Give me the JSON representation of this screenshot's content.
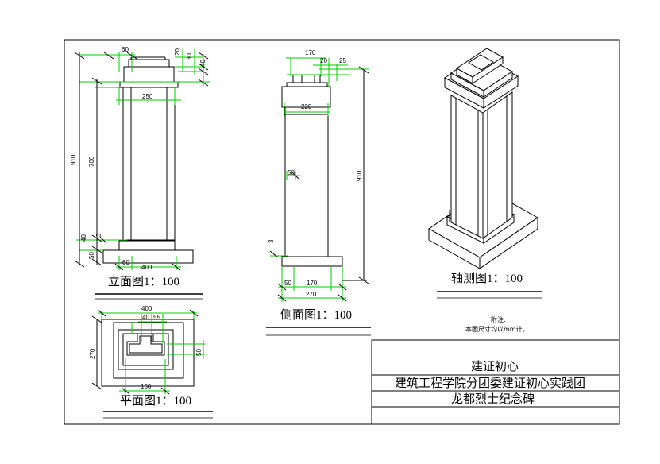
{
  "views": {
    "elevation": {
      "title": "立面图1：100",
      "dims": {
        "d60_top": "60",
        "d20": "20",
        "d30": "30",
        "d40_top": "40",
        "d250": "250",
        "d910": "910",
        "d700": "700",
        "d40_bot": "40",
        "d3": "3",
        "d50": "50",
        "d60_bot": "60",
        "d400": "400"
      }
    },
    "side": {
      "title": "侧面图1：100",
      "dims": {
        "d170_top": "170",
        "d20": "20",
        "d25": "25",
        "d220": "220",
        "d50_mid": "50",
        "d910": "910",
        "d3": "3",
        "d50_bot": "50",
        "d170_bot": "170",
        "d270": "270"
      }
    },
    "axo": {
      "title": "轴测图1：100"
    },
    "plan": {
      "title": "平面图1：100",
      "dims": {
        "d400": "400",
        "d40": "40",
        "d55": "55",
        "d270": "270",
        "d50": "50",
        "d150": "150"
      }
    }
  },
  "notes": {
    "heading": "附注:",
    "body": "本图尺寸均以mm计。"
  },
  "title_block": {
    "row1": "建证初心",
    "row2": "建筑工程学院分团委建证初心实践团",
    "row3": "龙都烈士纪念碑"
  }
}
